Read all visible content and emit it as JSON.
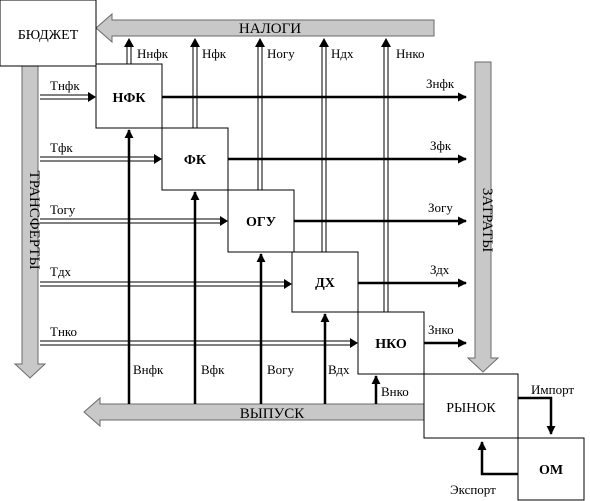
{
  "budget": "БЮДЖЕТ",
  "taxes_bar": "НАЛОГИ",
  "transfers_bar": "ТРАНСФЕРТЫ",
  "costs_bar": "ЗАТРАТЫ",
  "output_bar": "ВЫПУСК",
  "market": "РЫНОК",
  "om": "ОМ",
  "import": "Импорт",
  "export": "Экспорт",
  "sectors": [
    {
      "name": "НФК",
      "tax": "Ннфк",
      "transfer": "Тнфк",
      "cost": "Знфк",
      "output": "Внфк"
    },
    {
      "name": "ФК",
      "tax": "Нфк",
      "transfer": "Тфк",
      "cost": "Зфк",
      "output": "Вфк"
    },
    {
      "name": "ОГУ",
      "tax": "Ногу",
      "transfer": "Тогу",
      "cost": "Зогу",
      "output": "Вогу"
    },
    {
      "name": "ДХ",
      "tax": "Ндх",
      "transfer": "Тдх",
      "cost": "Здх",
      "output": "Вдх"
    },
    {
      "name": "НКО",
      "tax": "Ннко",
      "transfer": "Тнко",
      "cost": "Знко",
      "output": "Внко"
    }
  ]
}
